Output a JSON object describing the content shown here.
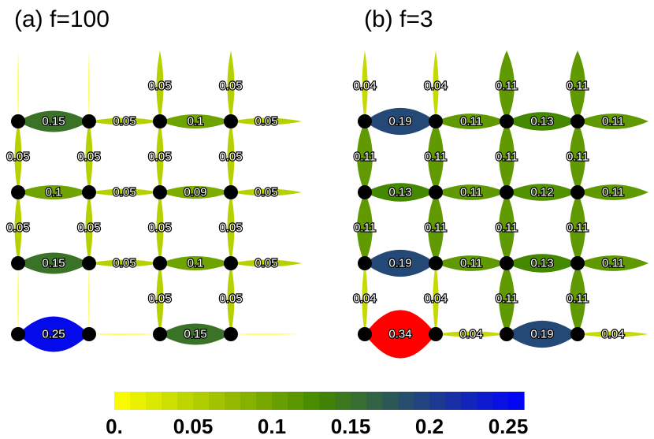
{
  "panels": [
    {
      "title": "(a) f=100",
      "edges": [
        {
          "from": [
            0,
            0
          ],
          "to": [
            1,
            0
          ],
          "label": "0.15",
          "value": 0.15
        },
        {
          "from": [
            1,
            0
          ],
          "to": [
            2,
            0
          ],
          "label": "0.05",
          "value": 0.05
        },
        {
          "from": [
            2,
            0
          ],
          "to": [
            3,
            0
          ],
          "label": "0.1",
          "value": 0.1
        },
        {
          "from": [
            3,
            0
          ],
          "to": [
            4,
            0
          ],
          "label": "0.05",
          "value": 0.05
        },
        {
          "from": [
            0,
            1
          ],
          "to": [
            1,
            1
          ],
          "label": "0.1",
          "value": 0.1
        },
        {
          "from": [
            1,
            1
          ],
          "to": [
            2,
            1
          ],
          "label": "0.05",
          "value": 0.05
        },
        {
          "from": [
            2,
            1
          ],
          "to": [
            3,
            1
          ],
          "label": "0.09",
          "value": 0.09
        },
        {
          "from": [
            3,
            1
          ],
          "to": [
            4,
            1
          ],
          "label": "0.05",
          "value": 0.05
        },
        {
          "from": [
            0,
            2
          ],
          "to": [
            1,
            2
          ],
          "label": "0.15",
          "value": 0.15
        },
        {
          "from": [
            1,
            2
          ],
          "to": [
            2,
            2
          ],
          "label": "0.05",
          "value": 0.05
        },
        {
          "from": [
            2,
            2
          ],
          "to": [
            3,
            2
          ],
          "label": "0.1",
          "value": 0.1
        },
        {
          "from": [
            3,
            2
          ],
          "to": [
            4,
            2
          ],
          "label": "0.05",
          "value": 0.05
        },
        {
          "from": [
            0,
            3
          ],
          "to": [
            1,
            3
          ],
          "label": "0.25",
          "value": 0.25
        },
        {
          "from": [
            1,
            3
          ],
          "to": [
            2,
            3
          ],
          "label": "",
          "value": 0.003
        },
        {
          "from": [
            2,
            3
          ],
          "to": [
            3,
            3
          ],
          "label": "0.15",
          "value": 0.15
        },
        {
          "from": [
            3,
            3
          ],
          "to": [
            4,
            3
          ],
          "label": "",
          "value": 0.003
        },
        {
          "from": [
            0,
            -1
          ],
          "to": [
            0,
            0
          ],
          "label": "",
          "value": 0.003
        },
        {
          "from": [
            1,
            -1
          ],
          "to": [
            1,
            0
          ],
          "label": "",
          "value": 0.003
        },
        {
          "from": [
            2,
            -1
          ],
          "to": [
            2,
            0
          ],
          "label": "0.05",
          "value": 0.05
        },
        {
          "from": [
            3,
            -1
          ],
          "to": [
            3,
            0
          ],
          "label": "0.05",
          "value": 0.05
        },
        {
          "from": [
            0,
            0
          ],
          "to": [
            0,
            1
          ],
          "label": "0.05",
          "value": 0.05
        },
        {
          "from": [
            1,
            0
          ],
          "to": [
            1,
            1
          ],
          "label": "0.05",
          "value": 0.05
        },
        {
          "from": [
            2,
            0
          ],
          "to": [
            2,
            1
          ],
          "label": "0.05",
          "value": 0.05
        },
        {
          "from": [
            3,
            0
          ],
          "to": [
            3,
            1
          ],
          "label": "0.05",
          "value": 0.05
        },
        {
          "from": [
            0,
            1
          ],
          "to": [
            0,
            2
          ],
          "label": "0.05",
          "value": 0.05
        },
        {
          "from": [
            1,
            1
          ],
          "to": [
            1,
            2
          ],
          "label": "0.05",
          "value": 0.05
        },
        {
          "from": [
            2,
            1
          ],
          "to": [
            2,
            2
          ],
          "label": "0.05",
          "value": 0.05
        },
        {
          "from": [
            3,
            1
          ],
          "to": [
            3,
            2
          ],
          "label": "0.05",
          "value": 0.05
        },
        {
          "from": [
            0,
            2
          ],
          "to": [
            0,
            3
          ],
          "label": "",
          "value": 0.003
        },
        {
          "from": [
            1,
            2
          ],
          "to": [
            1,
            3
          ],
          "label": "",
          "value": 0.003
        },
        {
          "from": [
            2,
            2
          ],
          "to": [
            2,
            3
          ],
          "label": "0.05",
          "value": 0.05
        },
        {
          "from": [
            3,
            2
          ],
          "to": [
            3,
            3
          ],
          "label": "0.05",
          "value": 0.05
        }
      ]
    },
    {
      "title": "(b) f=3",
      "edges": [
        {
          "from": [
            0,
            0
          ],
          "to": [
            1,
            0
          ],
          "label": "0.19",
          "value": 0.19
        },
        {
          "from": [
            1,
            0
          ],
          "to": [
            2,
            0
          ],
          "label": "0.11",
          "value": 0.11
        },
        {
          "from": [
            2,
            0
          ],
          "to": [
            3,
            0
          ],
          "label": "0.13",
          "value": 0.13
        },
        {
          "from": [
            3,
            0
          ],
          "to": [
            4,
            0
          ],
          "label": "0.11",
          "value": 0.11
        },
        {
          "from": [
            0,
            1
          ],
          "to": [
            1,
            1
          ],
          "label": "0.13",
          "value": 0.13
        },
        {
          "from": [
            1,
            1
          ],
          "to": [
            2,
            1
          ],
          "label": "0.11",
          "value": 0.11
        },
        {
          "from": [
            2,
            1
          ],
          "to": [
            3,
            1
          ],
          "label": "0.12",
          "value": 0.12
        },
        {
          "from": [
            3,
            1
          ],
          "to": [
            4,
            1
          ],
          "label": "0.11",
          "value": 0.11
        },
        {
          "from": [
            0,
            2
          ],
          "to": [
            1,
            2
          ],
          "label": "0.19",
          "value": 0.19
        },
        {
          "from": [
            1,
            2
          ],
          "to": [
            2,
            2
          ],
          "label": "0.11",
          "value": 0.11
        },
        {
          "from": [
            2,
            2
          ],
          "to": [
            3,
            2
          ],
          "label": "0.13",
          "value": 0.13
        },
        {
          "from": [
            3,
            2
          ],
          "to": [
            4,
            2
          ],
          "label": "0.11",
          "value": 0.11
        },
        {
          "from": [
            0,
            3
          ],
          "to": [
            1,
            3
          ],
          "label": "0.34",
          "value": 0.34
        },
        {
          "from": [
            1,
            3
          ],
          "to": [
            2,
            3
          ],
          "label": "0.04",
          "value": 0.04
        },
        {
          "from": [
            2,
            3
          ],
          "to": [
            3,
            3
          ],
          "label": "0.19",
          "value": 0.19
        },
        {
          "from": [
            3,
            3
          ],
          "to": [
            4,
            3
          ],
          "label": "0.04",
          "value": 0.04
        },
        {
          "from": [
            0,
            -1
          ],
          "to": [
            0,
            0
          ],
          "label": "0.04",
          "value": 0.04
        },
        {
          "from": [
            1,
            -1
          ],
          "to": [
            1,
            0
          ],
          "label": "0.04",
          "value": 0.04
        },
        {
          "from": [
            2,
            -1
          ],
          "to": [
            2,
            0
          ],
          "label": "0.11",
          "value": 0.11
        },
        {
          "from": [
            3,
            -1
          ],
          "to": [
            3,
            0
          ],
          "label": "0.11",
          "value": 0.11
        },
        {
          "from": [
            0,
            0
          ],
          "to": [
            0,
            1
          ],
          "label": "0.11",
          "value": 0.11
        },
        {
          "from": [
            1,
            0
          ],
          "to": [
            1,
            1
          ],
          "label": "0.11",
          "value": 0.11
        },
        {
          "from": [
            2,
            0
          ],
          "to": [
            2,
            1
          ],
          "label": "0.11",
          "value": 0.11
        },
        {
          "from": [
            3,
            0
          ],
          "to": [
            3,
            1
          ],
          "label": "0.11",
          "value": 0.11
        },
        {
          "from": [
            0,
            1
          ],
          "to": [
            0,
            2
          ],
          "label": "0.11",
          "value": 0.11
        },
        {
          "from": [
            1,
            1
          ],
          "to": [
            1,
            2
          ],
          "label": "0.11",
          "value": 0.11
        },
        {
          "from": [
            2,
            1
          ],
          "to": [
            2,
            2
          ],
          "label": "0.11",
          "value": 0.11
        },
        {
          "from": [
            3,
            1
          ],
          "to": [
            3,
            2
          ],
          "label": "0.11",
          "value": 0.11
        },
        {
          "from": [
            0,
            2
          ],
          "to": [
            0,
            3
          ],
          "label": "0.04",
          "value": 0.04
        },
        {
          "from": [
            1,
            2
          ],
          "to": [
            1,
            3
          ],
          "label": "0.04",
          "value": 0.04
        },
        {
          "from": [
            2,
            2
          ],
          "to": [
            2,
            3
          ],
          "label": "0.11",
          "value": 0.11
        },
        {
          "from": [
            3,
            2
          ],
          "to": [
            3,
            3
          ],
          "label": "0.11",
          "value": 0.11
        }
      ]
    }
  ],
  "colorbar": {
    "range": [
      0,
      0.26
    ],
    "colors": [
      "#ffff00",
      "#448800",
      "#0000ff"
    ],
    "ticks": [
      {
        "value": 0,
        "label": "0."
      },
      {
        "value": 0.05,
        "label": "0.05"
      },
      {
        "value": 0.1,
        "label": "0.1"
      },
      {
        "value": 0.15,
        "label": "0.15"
      },
      {
        "value": 0.2,
        "label": "0.2"
      },
      {
        "value": 0.25,
        "label": "0.25"
      }
    ]
  },
  "colors": {
    "node": "#000000",
    "saturated_high": "#ff0000"
  }
}
